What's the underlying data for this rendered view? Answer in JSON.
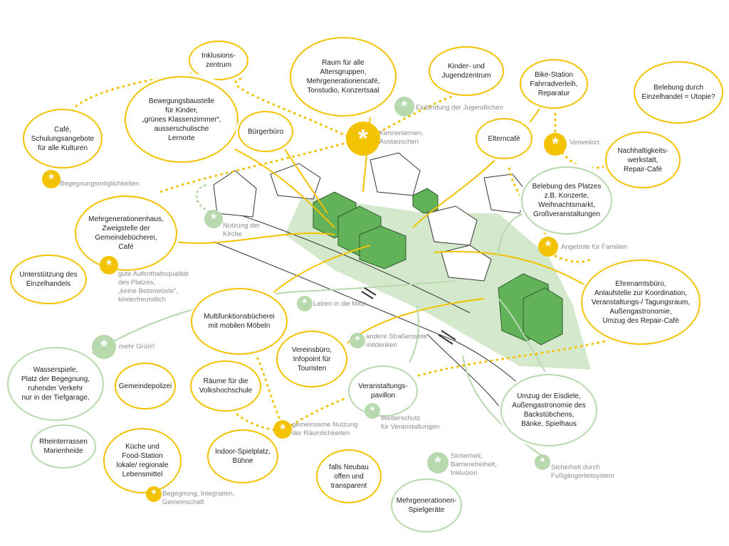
{
  "colors": {
    "yellow": "#f3c200",
    "green": "#b7d9ad",
    "plaza": "#d4e9cb",
    "building": "#62b25a"
  },
  "clouds": [
    {
      "text": "Inklusions-\nzentrum",
      "color": "yellow"
    },
    {
      "text": "Raum für alle\nAltersgruppen,\nMehrgenerationencafé,\nTonstudio, Konzertsaal",
      "color": "yellow"
    },
    {
      "text": "Kinder- und\nJugendzentrum",
      "color": "yellow"
    },
    {
      "text": "Bike-Station\nFahrradverleih,\nReparatur",
      "color": "yellow"
    },
    {
      "text": "Belebung durch\nEinzelhandel = Utopie?",
      "color": "yellow"
    },
    {
      "text": "Bewegungsbaustelle\nfür Kinder,\n„grünes Klassenzimmer“,\nausserschulische\nLernorte",
      "color": "yellow"
    },
    {
      "text": "Café,\nSchulungsangebote\nfür alle Kulturen",
      "color": "yellow"
    },
    {
      "text": "Bürgerbüro",
      "color": "yellow"
    },
    {
      "text": "Elterncafé",
      "color": "yellow"
    },
    {
      "text": "Nachhaltigkeits-\nwerkstatt,\nRepair-Café",
      "color": "yellow"
    },
    {
      "text": "Belebung des Platzes\nz.B. Konzerte,\nWeihnachtsmarkt,\nGroßveranstaltungen",
      "color": "green"
    },
    {
      "text": "Mehrgenerationenhaus,\nZweigstelle der\nGemeindebücherei,\nCafé",
      "color": "yellow"
    },
    {
      "text": "Unterstützung des\nEinzelhandels",
      "color": "yellow"
    },
    {
      "text": "Ehrenamtsbüro,\nAnlaufstelle zur Koordination,\nVeranstaltungs-/ Tagungsraum,\nAußengastronomie,\nUmzug des Repair-Café",
      "color": "yellow"
    },
    {
      "text": "Multifunktionsbücherei\nmit mobilen Möbeln",
      "color": "yellow"
    },
    {
      "text": "Vereinsbüro,\nInfopoint für\nTouristen",
      "color": "yellow"
    },
    {
      "text": "Wasserspiele,\nPlatz der Begegnung,\nruhender Verkehr\nnur in der Tiefgarage,",
      "color": "green"
    },
    {
      "text": "Gemeindepolizei",
      "color": "yellow"
    },
    {
      "text": "Räume für die\nVolkshochschule",
      "color": "yellow"
    },
    {
      "text": "Veranstaltungs-\npavillon",
      "color": "green"
    },
    {
      "text": "Umzug der Eisdiele,\nAußengastronomie des\nBackstübchens,\nBänke, Spielhaus",
      "color": "green"
    },
    {
      "text": "Rheinterrassen\nMarienheide",
      "color": "green"
    },
    {
      "text": "Küche und\nFood-Station\nlokale/ regionale\nLebensmittel",
      "color": "yellow"
    },
    {
      "text": "Indoor-Spielplatz,\nBühne",
      "color": "yellow"
    },
    {
      "text": "falls Neubau\noffen und\ntransparent",
      "color": "yellow"
    },
    {
      "text": "Mehrgenerationen-\nSpielgeräte",
      "color": "green"
    }
  ],
  "markers": [
    {
      "label": "Kennenlernen,\nAustauschen",
      "color": "yellow"
    },
    {
      "label": "Einbindung der Jugendlichen",
      "color": "green"
    },
    {
      "label": "Begegnungsmöglichkeiten",
      "color": "yellow"
    },
    {
      "label": "Verweilort",
      "color": "yellow"
    },
    {
      "label": "Nutzung der\nKirche",
      "color": "green"
    },
    {
      "label": "Angebote für Familien",
      "color": "yellow"
    },
    {
      "label": "gute Aufenthaltsqualität\ndes Platzes,\n„keine Betonwüste“,\nkinderfreundlich",
      "color": "yellow"
    },
    {
      "label": "Leben in die Mitte",
      "color": "green"
    },
    {
      "label": "mehr Grün!!",
      "color": "green"
    },
    {
      "label": "andere Straßenseite\nmitdenken",
      "color": "green"
    },
    {
      "label": "gemeinsame Nutzung\nder Räumlichkeiten",
      "color": "yellow"
    },
    {
      "label": "Wetterschutz\nfür Veranstaltungen",
      "color": "green"
    },
    {
      "label": "Sicherheit,\nBarrierefreiheit,\nInklusion",
      "color": "green"
    },
    {
      "label": "Sicherheit durch\nFußgängerleitsystem",
      "color": "green"
    },
    {
      "label": "Begegnung, Integration,\nGemeinschaft",
      "color": "yellow"
    }
  ],
  "asterisk_glyph": "*"
}
